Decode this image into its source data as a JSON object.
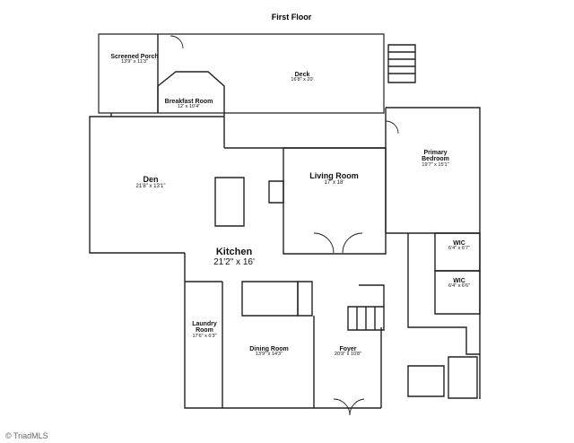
{
  "page_title": "First Floor",
  "watermark": "© TriadMLS",
  "rooms": {
    "screened_porch": {
      "name": "Screened Porch",
      "dim": "13'9\" x 11'3\""
    },
    "deck": {
      "name": "Deck",
      "dim": "16'8\" x 20'"
    },
    "breakfast_room": {
      "name": "Breakfast Room",
      "dim": "12' x 10'4\""
    },
    "den": {
      "name": "Den",
      "dim": "21'8\" x 13'1\""
    },
    "living_room": {
      "name": "Living Room",
      "dim": "17' x 18'"
    },
    "primary_bedroom": {
      "name": "Primary Bedroom",
      "dim": "19'7\" x 15'1\""
    },
    "kitchen": {
      "name": "Kitchen",
      "dim": "21'2\" x 16'"
    },
    "wic_1": {
      "name": "WIC",
      "dim": "6'4\" x 6'7\""
    },
    "wic_2": {
      "name": "WIC",
      "dim": "6'4\" x 6'6\""
    },
    "laundry_room": {
      "name": "Laundry Room",
      "dim": "17'6\" x 6'3\""
    },
    "dining_room": {
      "name": "Dining Room",
      "dim": "13'9\" x 14'3\""
    },
    "foyer": {
      "name": "Foyer",
      "dim": "20'9\" x 10'8\""
    }
  }
}
